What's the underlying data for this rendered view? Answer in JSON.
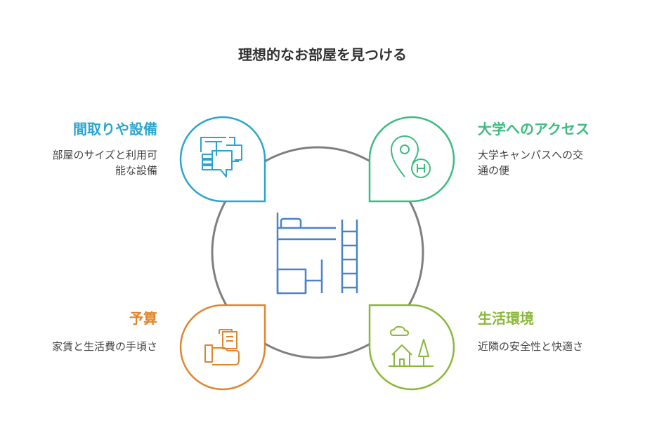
{
  "title": "理想的なお部屋を見つける",
  "colors": {
    "floorplan": "#2aa5cf",
    "access": "#3dbb80",
    "budget": "#e0852d",
    "environment": "#8ab83a",
    "center_ring": "#7f7f7f",
    "center_icon": "#4a84c8"
  },
  "center": {
    "icon": "loft-bed-icon"
  },
  "items": [
    {
      "key": "floorplan",
      "heading": "間取りや設備",
      "desc_lines": [
        "部屋のサイズと利用可",
        "能な設備"
      ],
      "icon": "floorplan-icon"
    },
    {
      "key": "access",
      "heading": "大学へのアクセス",
      "desc_lines": [
        "大学キャンパスへの交",
        "通の便"
      ],
      "icon": "location-pin-icon"
    },
    {
      "key": "budget",
      "heading": "予算",
      "desc_lines": [
        "家賃と生活費の手頃さ"
      ],
      "icon": "money-hand-icon"
    },
    {
      "key": "environment",
      "heading": "生活環境",
      "desc_lines": [
        "近隣の安全性と快適さ"
      ],
      "icon": "house-tree-icon"
    }
  ]
}
